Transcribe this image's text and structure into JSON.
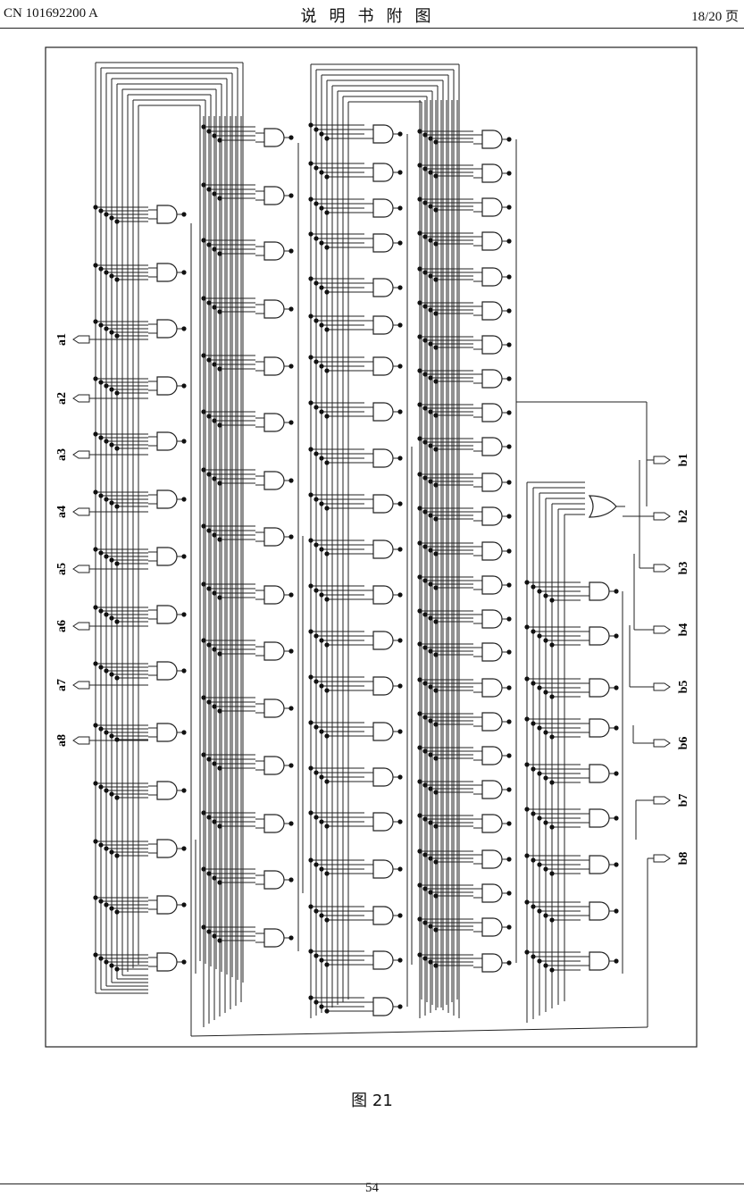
{
  "header": {
    "patent_number": "CN 101692200 A",
    "section_title": "说明书附图",
    "page_of": "18/20 页"
  },
  "figure": {
    "caption": "图 21",
    "inputs": [
      "a1",
      "a2",
      "a3",
      "a4",
      "a5",
      "a6",
      "a7",
      "a8"
    ],
    "outputs": [
      "b1",
      "b2",
      "b3",
      "b4",
      "b5",
      "b6",
      "b7",
      "b8"
    ]
  },
  "footer": {
    "page_number": "54"
  }
}
